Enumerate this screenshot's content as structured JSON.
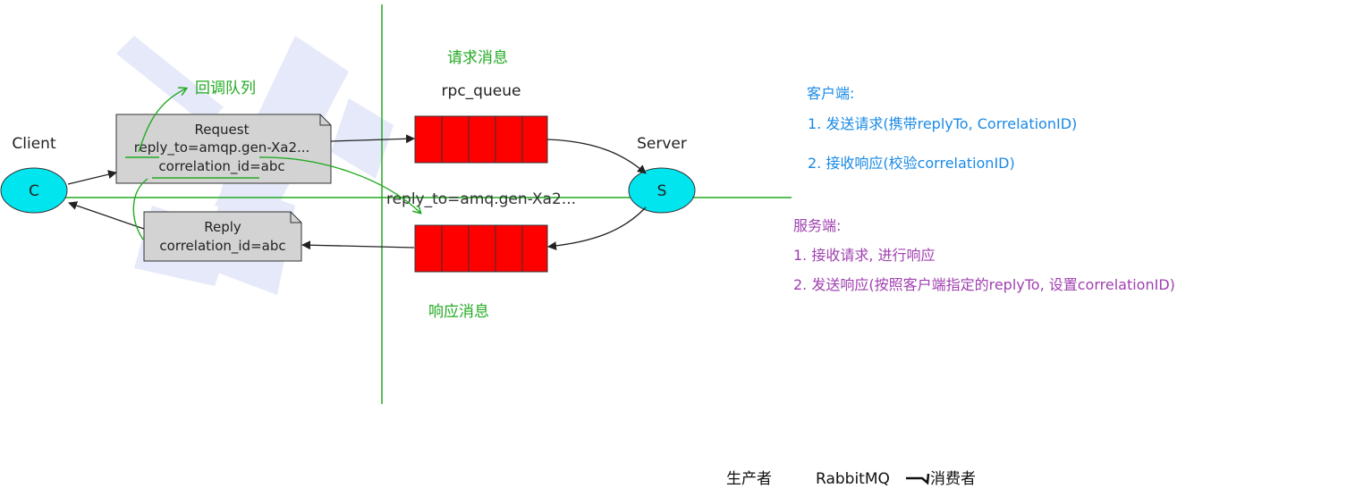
{
  "diagram": {
    "client": {
      "label": "Client",
      "node": "C"
    },
    "server": {
      "label": "Server",
      "node": "S"
    },
    "request_box": {
      "title": "Request",
      "reply_to": "reply_to=amqp.gen-Xa2...",
      "correlation_id": "correlation_id=abc"
    },
    "reply_box": {
      "title": "Reply",
      "correlation_id": "correlation_id=abc"
    },
    "rpc_queue_label": "rpc_queue",
    "reply_queue_label": "reply_to=amq.gen-Xa2...",
    "colors": {
      "queue": "#ff0000",
      "node": "#00e5ee",
      "box": "#d3d3d3",
      "green": "#22aa22",
      "blue": "#1a8ae6",
      "purple": "#a040b0"
    }
  },
  "annotations": {
    "request_msg": "请求消息",
    "callback_queue": "回调队列",
    "response_msg": "响应消息",
    "client_title": "客户端:",
    "client_step1": "1. 发送请求(携带replyTo, CorrelationID)",
    "client_step2": "2. 接收响应(校验correlationID)",
    "server_title": "服务端:",
    "server_step1": "1. 接收请求, 进行响应",
    "server_step2": "2. 发送响应(按照客户端指定的replyTo, 设置correlationID)"
  },
  "footer": {
    "producer": "生产者",
    "broker": "RabbitMQ",
    "consumer": "消费者"
  }
}
